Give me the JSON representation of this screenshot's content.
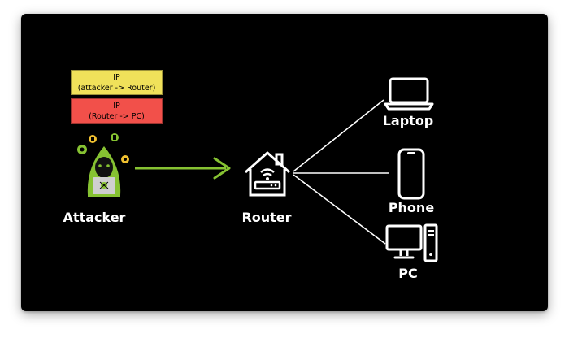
{
  "packet": {
    "outer": {
      "line1": "IP",
      "line2": "(attacker -> Router)",
      "color": "#f0e15a"
    },
    "inner": {
      "line1": "IP",
      "line2": "(Router -> PC)",
      "color": "#f2504a"
    }
  },
  "nodes": {
    "attacker": "Attacker",
    "router": "Router",
    "laptop": "Laptop",
    "phone": "Phone",
    "pc": "PC"
  },
  "colors": {
    "background": "#000000",
    "arrow": "#86c232",
    "hacker": "#86c232",
    "lines": "#ffffff"
  },
  "icons": [
    "hacker-icon",
    "router-icon",
    "laptop-icon",
    "phone-icon",
    "pc-icon"
  ]
}
